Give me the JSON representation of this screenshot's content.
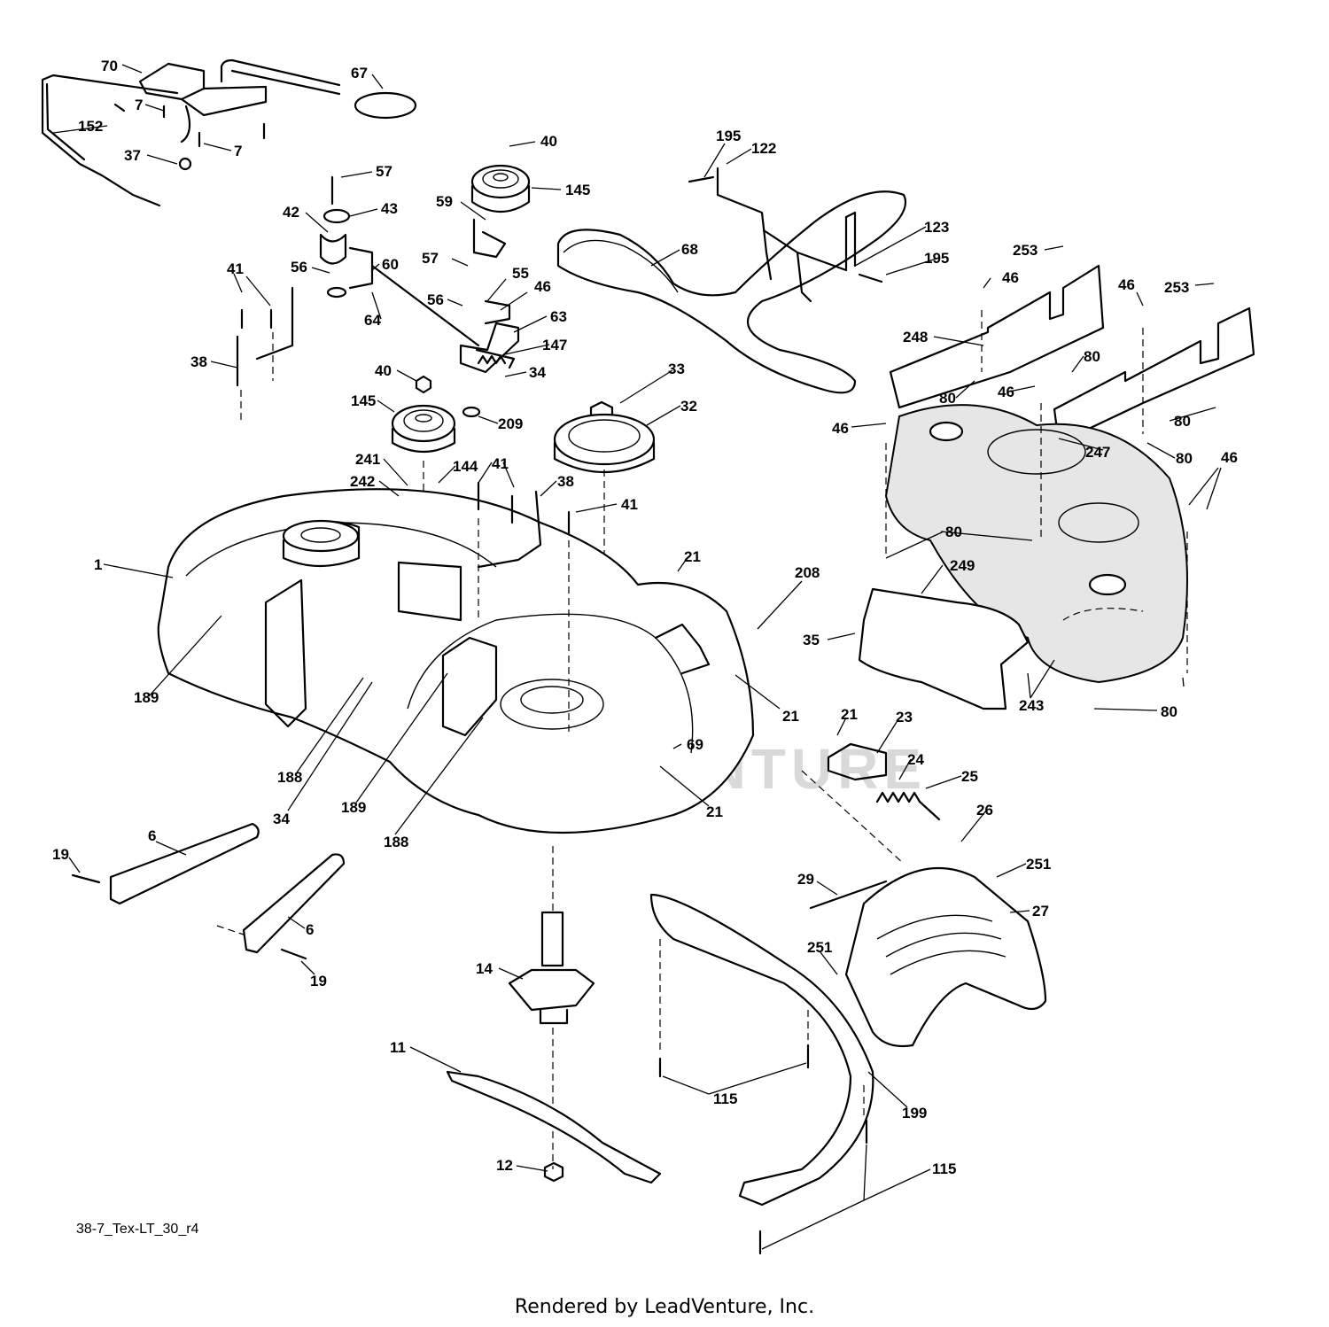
{
  "drawing_id": "38-7_Tex-LT_30_r4",
  "credit": "Rendered by LeadVenture, Inc.",
  "watermark": "LEADVENTURE",
  "callouts": [
    "70",
    "67",
    "7",
    "7",
    "152",
    "37",
    "40",
    "145",
    "195",
    "122",
    "57",
    "43",
    "59",
    "42",
    "60",
    "56",
    "57",
    "68",
    "123",
    "195",
    "253",
    "55",
    "46",
    "46",
    "253",
    "46",
    "41",
    "64",
    "56",
    "63",
    "248",
    "147",
    "38",
    "34",
    "40",
    "33",
    "80",
    "46",
    "145",
    "32",
    "80",
    "209",
    "80",
    "247",
    "46",
    "80",
    "46",
    "241",
    "144",
    "41",
    "38",
    "242",
    "41",
    "1",
    "21",
    "80",
    "249",
    "208",
    "35",
    "243",
    "189",
    "21",
    "80",
    "21",
    "23",
    "69",
    "24",
    "188",
    "21",
    "25",
    "189",
    "34",
    "26",
    "188",
    "6",
    "19",
    "251",
    "29",
    "27",
    "6",
    "251",
    "19",
    "14",
    "11",
    "115",
    "199",
    "12",
    "115"
  ]
}
